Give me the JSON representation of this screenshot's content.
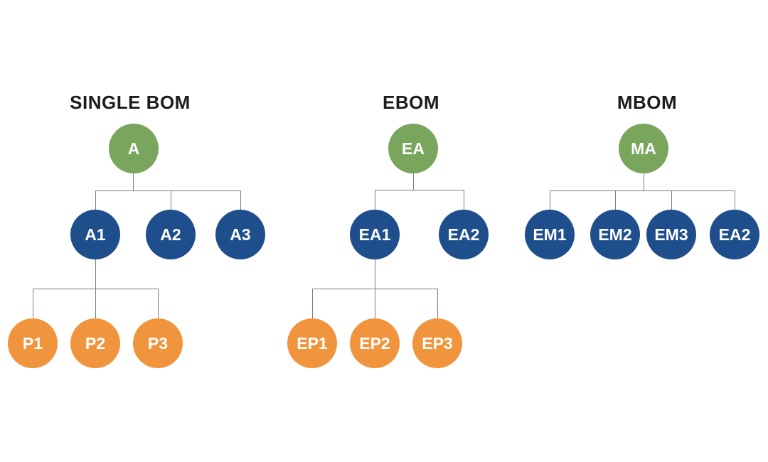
{
  "colors": {
    "root-fill": "#79A65C",
    "assembly-fill": "#1F4E8C",
    "part-fill": "#F0953D",
    "connector": "#7d7d7d",
    "title-text": "#1c1c1c",
    "node-text": "#ffffff"
  },
  "trees": [
    {
      "title": "SINGLE BOM",
      "root": "A",
      "level1": [
        "A1",
        "A2",
        "A3"
      ],
      "level2": [
        "P1",
        "P2",
        "P3"
      ]
    },
    {
      "title": "EBOM",
      "root": "EA",
      "level1": [
        "EA1",
        "EA2"
      ],
      "level2": [
        "EP1",
        "EP2",
        "EP3"
      ]
    },
    {
      "title": "MBOM",
      "root": "MA",
      "level1": [
        "EM1",
        "EM2",
        "EM3",
        "EA2"
      ],
      "level2": []
    }
  ]
}
